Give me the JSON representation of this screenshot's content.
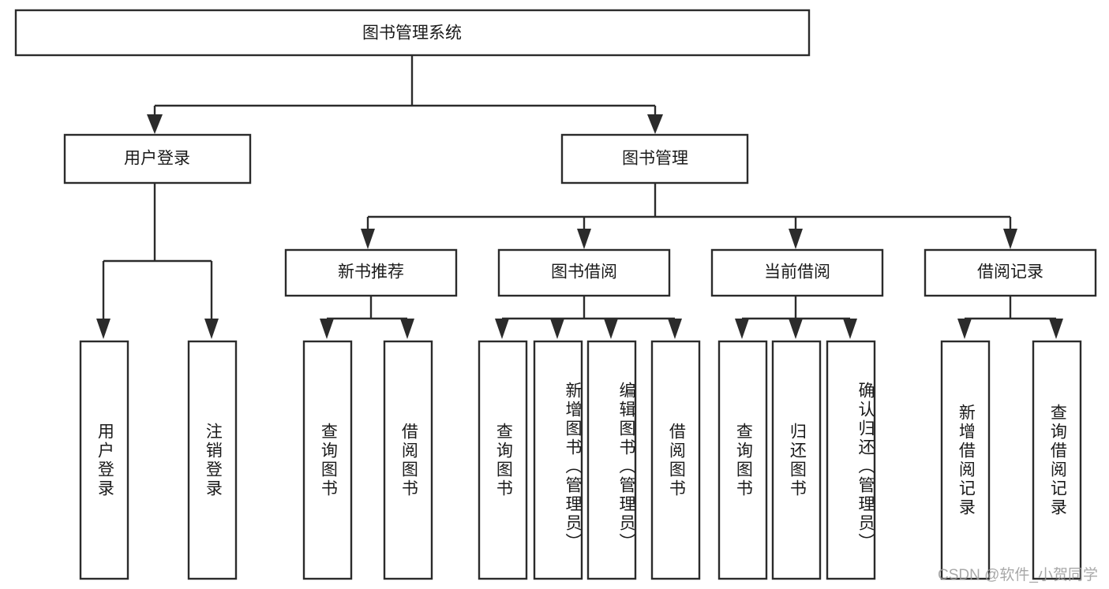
{
  "diagram": {
    "title": "图书管理系统",
    "type": "tree",
    "orientation": "top-down",
    "colors": {
      "box_stroke": "#2b2b2b",
      "box_fill": "#ffffff",
      "connector": "#2b2b2b",
      "text": "#1a1a1a",
      "background": "#ffffff",
      "watermark": "#9a9a9a"
    },
    "root": {
      "label": "图书管理系统"
    },
    "level2": [
      {
        "label": "用户登录"
      },
      {
        "label": "图书管理"
      }
    ],
    "level3": [
      {
        "label": "新书推荐"
      },
      {
        "label": "图书借阅"
      },
      {
        "label": "当前借阅"
      },
      {
        "label": "借阅记录"
      }
    ],
    "leaves": {
      "user_login": [
        {
          "label": "用户登录"
        },
        {
          "label": "注销登录"
        }
      ],
      "new_book_recommend": [
        {
          "label": "查询图书"
        },
        {
          "label": "借阅图书"
        }
      ],
      "book_borrow": [
        {
          "label": "查询图书"
        },
        {
          "label": "新增图书（管理员）"
        },
        {
          "label": "编辑图书（管理员）"
        },
        {
          "label": "借阅图书"
        }
      ],
      "current_borrow": [
        {
          "label": "查询图书"
        },
        {
          "label": "归还图书"
        },
        {
          "label": "确认归还（管理员）"
        }
      ],
      "borrow_record": [
        {
          "label": "新增借阅记录"
        },
        {
          "label": "查询借阅记录"
        }
      ]
    }
  },
  "watermark": {
    "text": "CSDN @软件_小贺同学"
  }
}
